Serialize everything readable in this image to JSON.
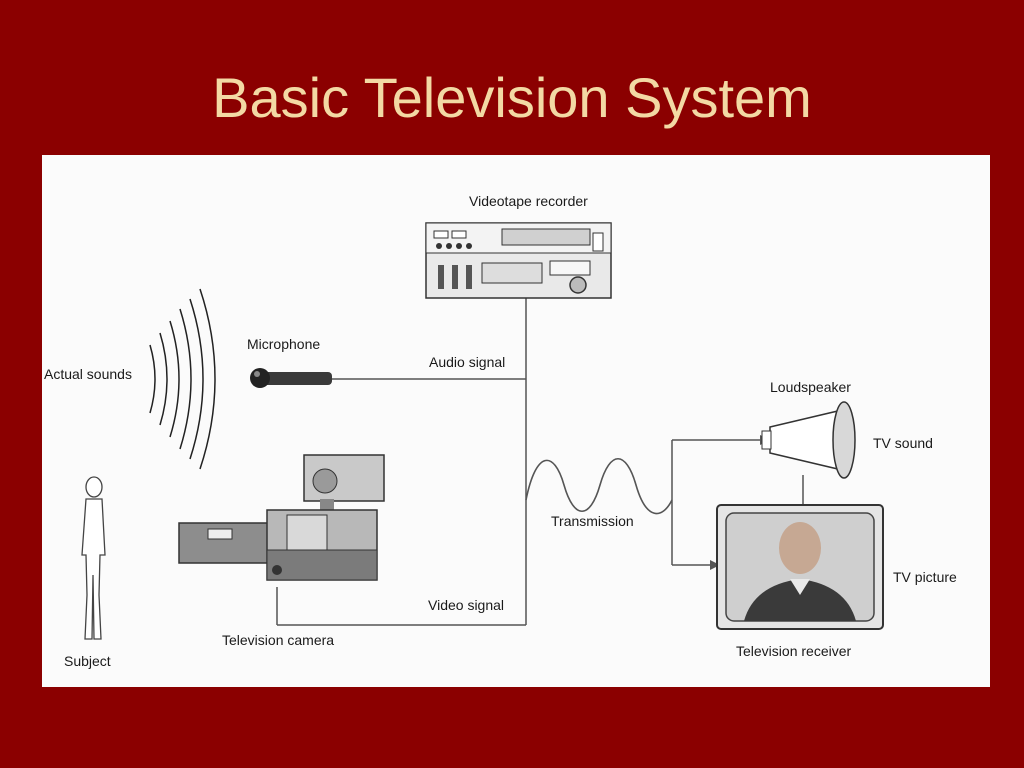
{
  "slide": {
    "title": "Basic Television System"
  },
  "diagram": {
    "labels": {
      "videotape_recorder": "Videotape recorder",
      "microphone": "Microphone",
      "actual_sounds": "Actual sounds",
      "audio_signal": "Audio signal",
      "loudspeaker": "Loudspeaker",
      "tv_sound": "TV sound",
      "transmission": "Transmission",
      "tv_picture": "TV picture",
      "video_signal": "Video signal",
      "television_camera": "Television camera",
      "television_receiver": "Television receiver",
      "subject": "Subject"
    }
  },
  "colors": {
    "background": "#8b0000",
    "title": "#f3d9a4",
    "panel": "#fbfbfb",
    "line": "#555555"
  }
}
